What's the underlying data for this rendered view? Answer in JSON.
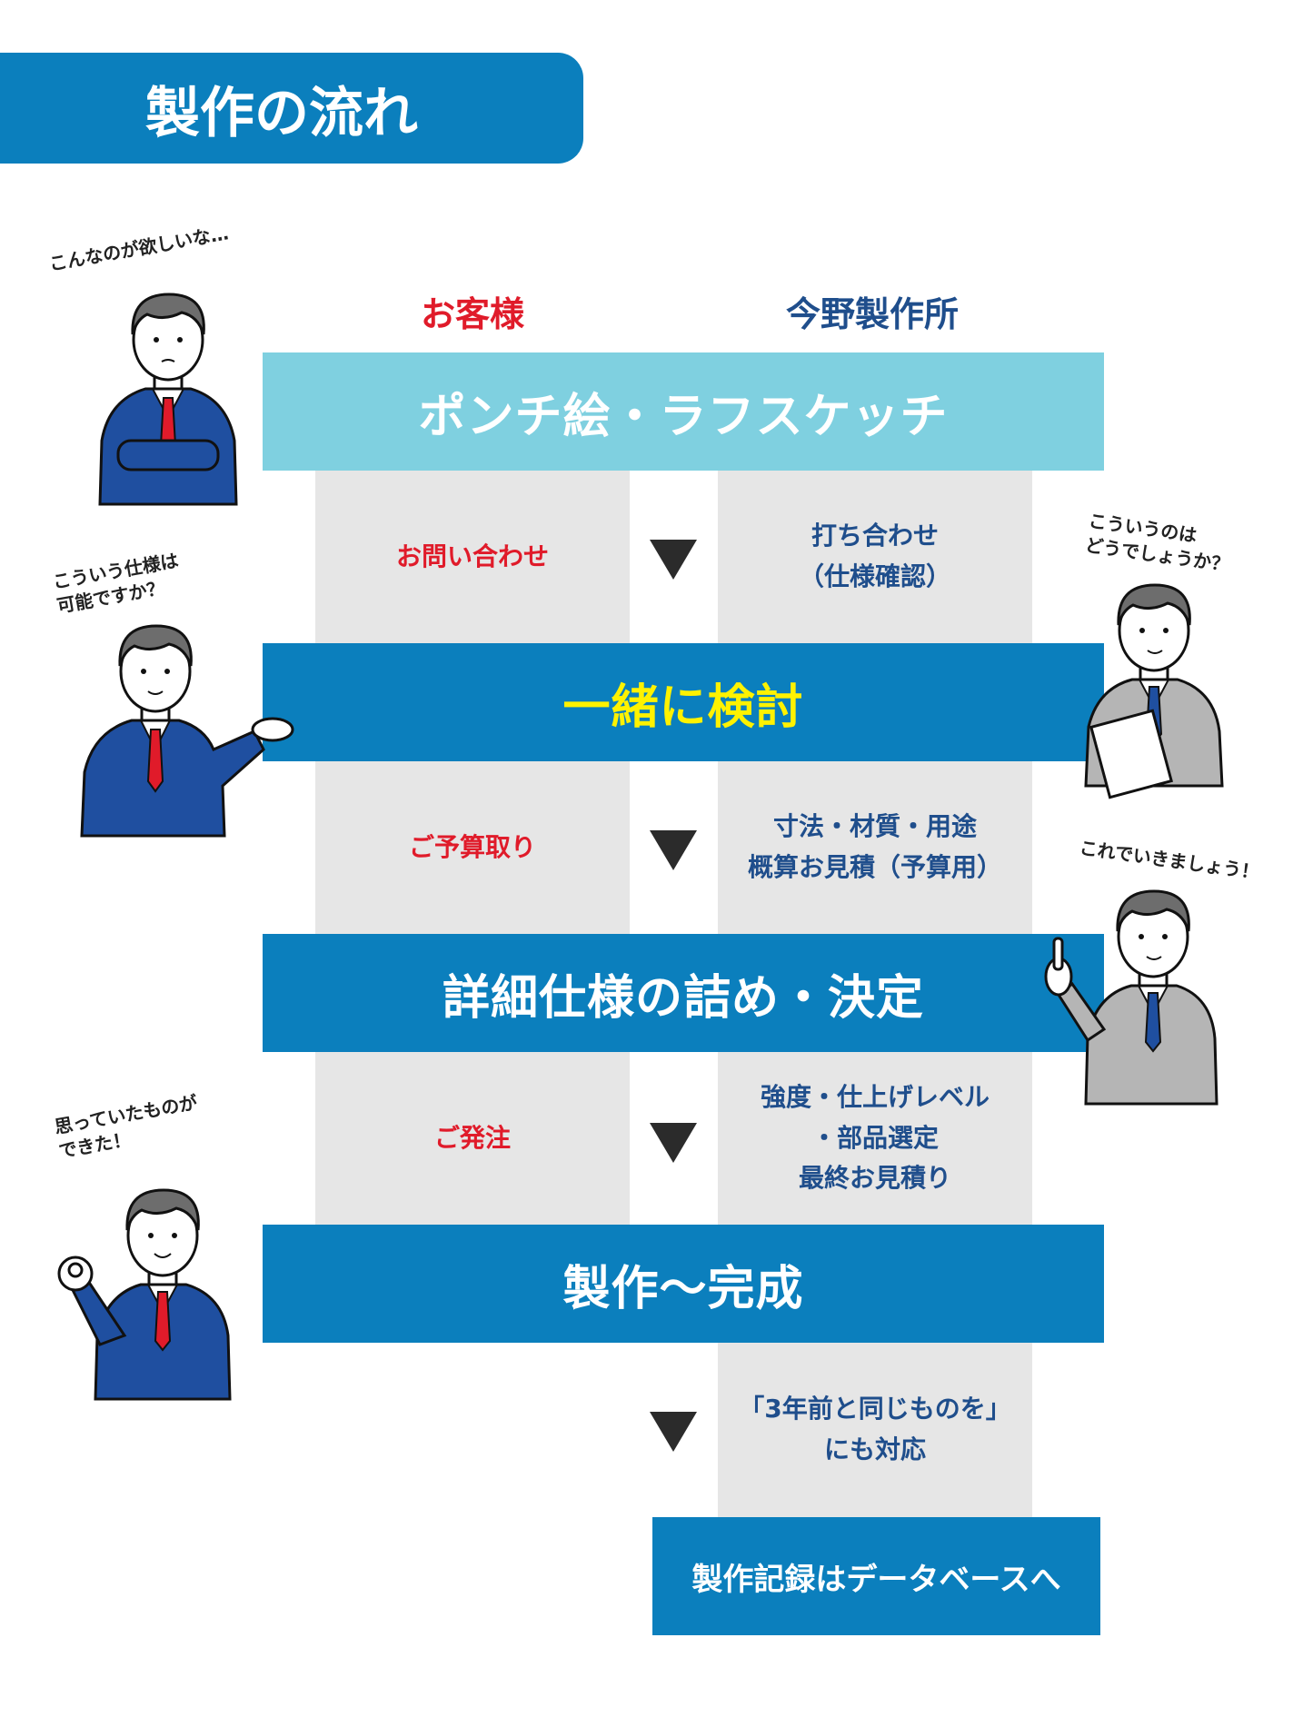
{
  "header": {
    "title": "製作の流れ"
  },
  "columns": {
    "customer": "お客様",
    "company": "今野製作所"
  },
  "stages": [
    "ポンチ絵・ラフスケッチ",
    "一緒に検討",
    "詳細仕様の詰め・決定",
    "製作～完成"
  ],
  "steps": [
    {
      "customer": "お問い合わせ",
      "company": "打ち合わせ\n（仕様確認）"
    },
    {
      "customer": "ご予算取り",
      "company": "寸法・材質・用途\n概算お見積（予算用）"
    },
    {
      "customer": "ご発注",
      "company": "強度・仕上げレベル\n・部品選定\n最終お見積り"
    }
  ],
  "after": {
    "company": "「3年前と同じものを」\nにも対応"
  },
  "final_box": "製作記録はデータベースへ",
  "speech": {
    "s1": "こんなのが欲しいな…",
    "s2": "こういう仕様は\n可能ですか？",
    "s3": "こういうのは\nどうでしょうか？",
    "s4": "これでいきましょう！",
    "s5": "思っていたものが\nできた！"
  },
  "colors": {
    "brand_blue": "#0b7fbd",
    "light_blue": "#7fd0e0",
    "customer_red": "#e01b2a",
    "company_navy": "#1f4e8c",
    "highlight_yellow": "#fff200",
    "panel_gray": "#e6e6e6"
  }
}
